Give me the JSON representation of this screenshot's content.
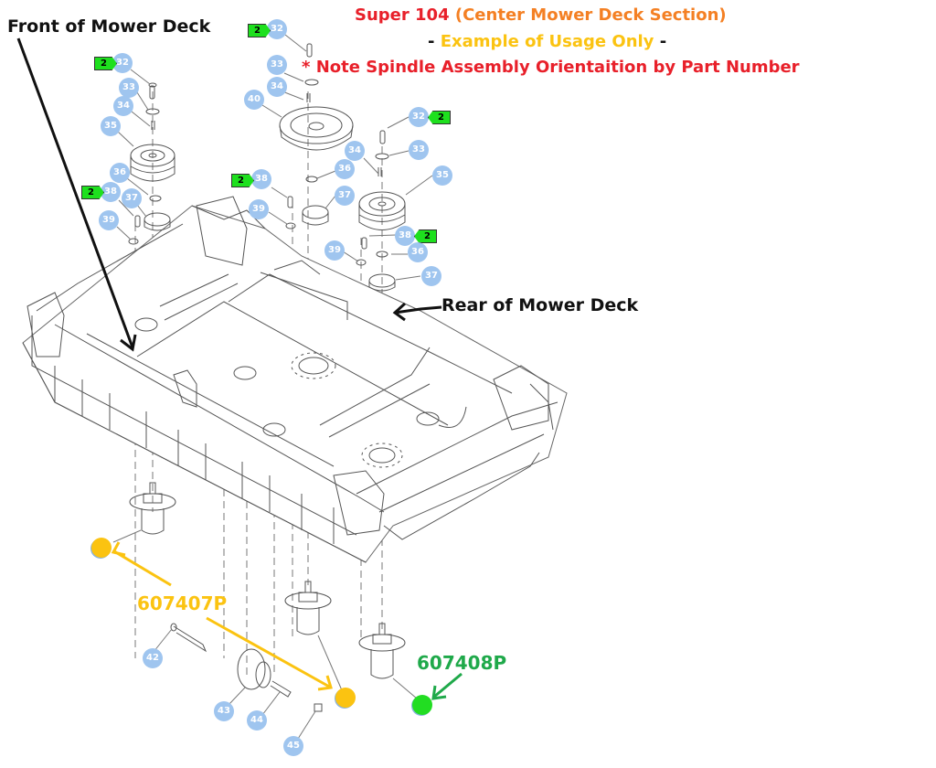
{
  "title": {
    "line1": {
      "model": "Super 104",
      "section": "(Center Mower Deck Section)"
    },
    "line2": {
      "prefix": "- ",
      "text": "Example of Usage Only",
      "suffix": " -"
    },
    "line3": {
      "asterisk": "*",
      "text": "Note Spindle Assembly Orientaition by Part Number"
    }
  },
  "labels": {
    "front": "Front of Mower Deck",
    "rear": "Rear of Mower Deck"
  },
  "part_numbers": {
    "yellow": "607407P",
    "green": "607408P"
  },
  "colors": {
    "title_red": "#e8202a",
    "title_orange": "#f48024",
    "note_yellow": "#fbc311",
    "pn_green": "#1fa94a",
    "callout_blue": "#9fc5ef",
    "qty_green": "#1ee01e"
  },
  "callouts": [
    {
      "id": "c32a",
      "number": "32",
      "qty": "2",
      "qty_side": "left"
    },
    {
      "id": "c33a",
      "number": "33"
    },
    {
      "id": "c34a",
      "number": "34"
    },
    {
      "id": "c35a",
      "number": "35"
    },
    {
      "id": "c36a",
      "number": "36"
    },
    {
      "id": "c38a",
      "number": "38",
      "qty": "2",
      "qty_side": "left"
    },
    {
      "id": "c37a",
      "number": "37"
    },
    {
      "id": "c39a",
      "number": "39"
    },
    {
      "id": "c32b",
      "number": "32",
      "qty": "2",
      "qty_side": "left"
    },
    {
      "id": "c33b",
      "number": "33"
    },
    {
      "id": "c34b",
      "number": "34"
    },
    {
      "id": "c40",
      "number": "40"
    },
    {
      "id": "c36b",
      "number": "36"
    },
    {
      "id": "c38b",
      "number": "38",
      "qty": "2",
      "qty_side": "left"
    },
    {
      "id": "c37b",
      "number": "37"
    },
    {
      "id": "c39b",
      "number": "39"
    },
    {
      "id": "c32c",
      "number": "32",
      "qty": "2",
      "qty_side": "right"
    },
    {
      "id": "c34c",
      "number": "34"
    },
    {
      "id": "c33c",
      "number": "33"
    },
    {
      "id": "c35c",
      "number": "35"
    },
    {
      "id": "c38c",
      "number": "38",
      "qty": "2",
      "qty_side": "right"
    },
    {
      "id": "c39c",
      "number": "39"
    },
    {
      "id": "c36c",
      "number": "36"
    },
    {
      "id": "c37c",
      "number": "37"
    },
    {
      "id": "c42",
      "number": "42"
    },
    {
      "id": "c43",
      "number": "43"
    },
    {
      "id": "c44",
      "number": "44"
    },
    {
      "id": "c45",
      "number": "45"
    }
  ]
}
